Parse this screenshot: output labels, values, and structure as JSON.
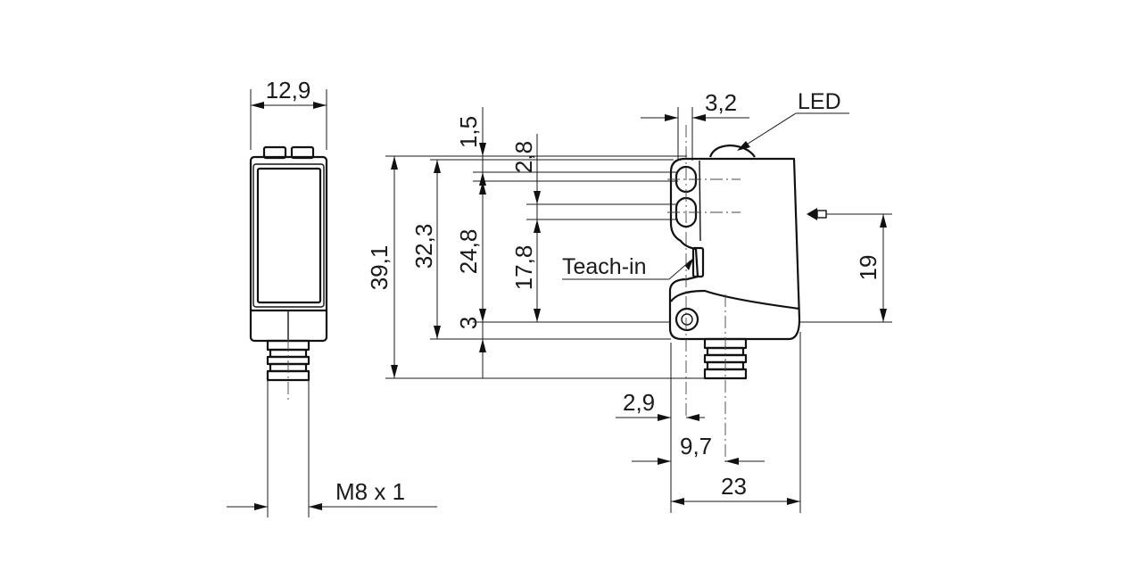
{
  "drawing": {
    "dimensions": {
      "width_front": "12,9",
      "thread": "M8 x 1",
      "height_total": "39,1",
      "height_housing": "32,3",
      "height_mid": "24,8",
      "lens_offset_top": "1,5",
      "lens_gap": "2,8",
      "lens_to_base": "17,8",
      "base_step": "3",
      "led_offset": "3,2",
      "connector_offset": "2,9",
      "connector_center": "9,7",
      "depth": "23",
      "beam_height": "19"
    },
    "labels": {
      "led": "LED",
      "teach_in": "Teach-in"
    }
  }
}
